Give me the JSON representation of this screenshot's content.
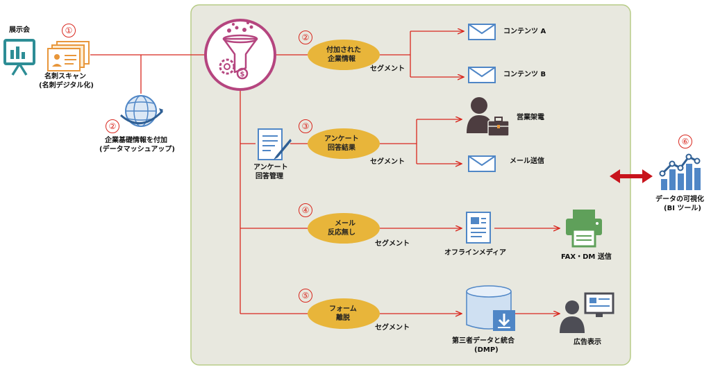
{
  "left": {
    "exhibition_label": "展示会",
    "card_scan_label": [
      "名刺スキャン",
      "(名刺デジタル化)"
    ],
    "firmographic_label": [
      "企業基礎情報を付加",
      "(データマッシュアップ)"
    ]
  },
  "numbers": [
    "①",
    "②",
    "②",
    "③",
    "④",
    "⑤",
    "⑥"
  ],
  "rows": [
    {
      "oval": [
        "付加された",
        "企業情報"
      ],
      "segment": "セグメント",
      "outputs": [
        "コンテンツ A",
        "コンテンツ B"
      ]
    },
    {
      "source": [
        "アンケート",
        "回答管理"
      ],
      "oval": [
        "アンケート",
        "回答結果"
      ],
      "segment": "セグメント",
      "outputs": [
        "営業架電",
        "メール送信"
      ]
    },
    {
      "oval": [
        "メール",
        "反応無し"
      ],
      "segment": "セグメント",
      "media": "オフラインメディア",
      "output": "FAX・DM 送信"
    },
    {
      "oval": [
        "フォーム",
        "離脱"
      ],
      "segment": "セグメント",
      "dmp": [
        "第三者データと統合",
        "(DMP)"
      ],
      "output": "広告表示"
    }
  ],
  "right": {
    "bi_label": [
      "データの可視化",
      "(BI ツール)"
    ]
  },
  "colors": {
    "panel_bg": "#e8e8df",
    "panel_border": "#b7cc87",
    "line": "#d8261d",
    "oval": "#e8b53a",
    "hub": "#b5457f",
    "icon_blue": "#4f86c6",
    "icon_teal": "#2d8d95",
    "icon_orange": "#e8963a",
    "icon_dark": "#4d3d40",
    "icon_green": "#5fa05a"
  }
}
